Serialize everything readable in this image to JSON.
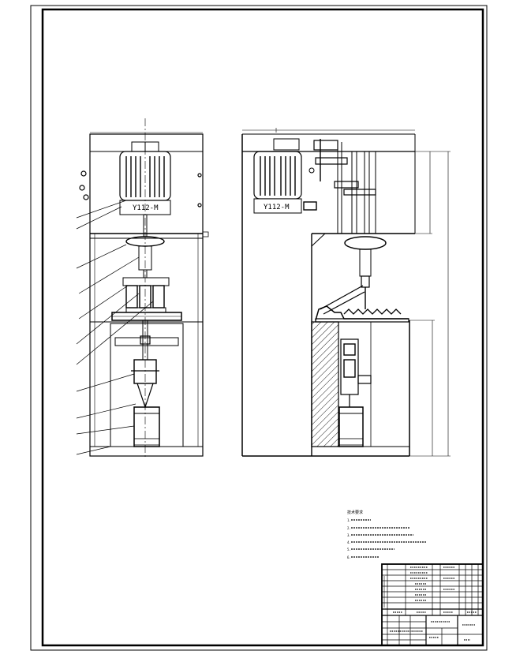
{
  "drawing": {
    "left_view": {
      "motor_label": "Y112-M"
    },
    "right_view": {
      "motor_label": "Y112-M"
    },
    "notes_title": "技术要求",
    "notes_lines": [
      "1.",
      "2.",
      "3.",
      "4.",
      "5.",
      "6."
    ]
  },
  "colors": {
    "paper": "#ffffff",
    "ink": "#000000"
  }
}
